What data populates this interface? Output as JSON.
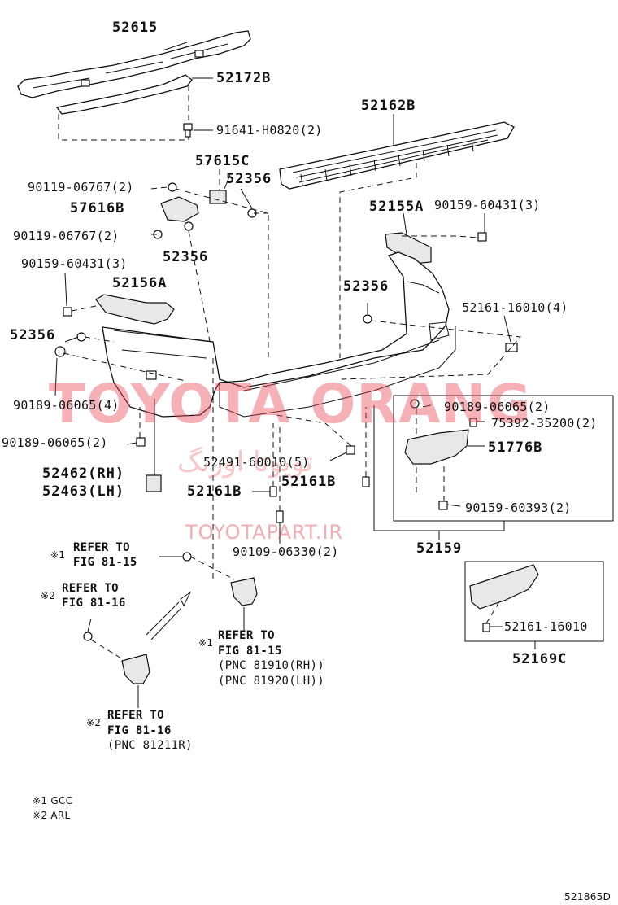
{
  "callouts": {
    "p52615": "52615",
    "p52172b": "52172B",
    "p91641": "91641-H0820(2)",
    "p52162b": "52162B",
    "p57615c": "57615C",
    "p90119a": "90119-06767(2)",
    "p52356a": "52356",
    "p57616b": "57616B",
    "p52155a": "52155A",
    "p90159a": "90159-60431(3)",
    "p90119b": "90119-06767(2)",
    "p52356b": "52356",
    "p90159b": "90159-60431(3)",
    "p52156a": "52156A",
    "p52356c": "52356",
    "p52161a": "52161-16010(4)",
    "p52356d": "52356",
    "p90189a": "90189-06065(4)",
    "p90189b": "90189-06065(2)",
    "p75392": "75392-35200(2)",
    "p90189c": "90189-06065(2)",
    "p51776b": "51776B",
    "p52491": "52491-60010(5)",
    "p52462": "52462(RH)",
    "p52463": "52463(LH)",
    "p52161b_a": "52161B",
    "p52161b_b": "52161B",
    "p90159c": "90159-60393(2)",
    "p90109": "90109-06330(2)",
    "p52159": "52159",
    "p52161b": "52161-16010",
    "p52169c": "52169C"
  },
  "references": {
    "r1_mark": "※1",
    "r1_line1": "REFER TO",
    "r1_line2": "FIG 81-15",
    "r2_mark": "※2",
    "r2_line1": "REFER TO",
    "r2_line2": "FIG 81-16",
    "r3_mark": "※1",
    "r3_line1": "REFER TO",
    "r3_line2": "FIG 81-15",
    "r3_line3": "(PNC 81910(RH))",
    "r3_line4": "(PNC 81920(LH))",
    "r4_mark": "※2",
    "r4_line1": "REFER TO",
    "r4_line2": "FIG 81-16",
    "r4_line3": "(PNC 81211R)"
  },
  "legend": {
    "item1": "※1 GCC",
    "item2": "※2 ARL"
  },
  "watermark": {
    "main": "TOYOTA ORANG",
    "site": "TOYOTAPART.IR",
    "farsi": "تویوتا اورنگ"
  },
  "figure_id": "521865D"
}
